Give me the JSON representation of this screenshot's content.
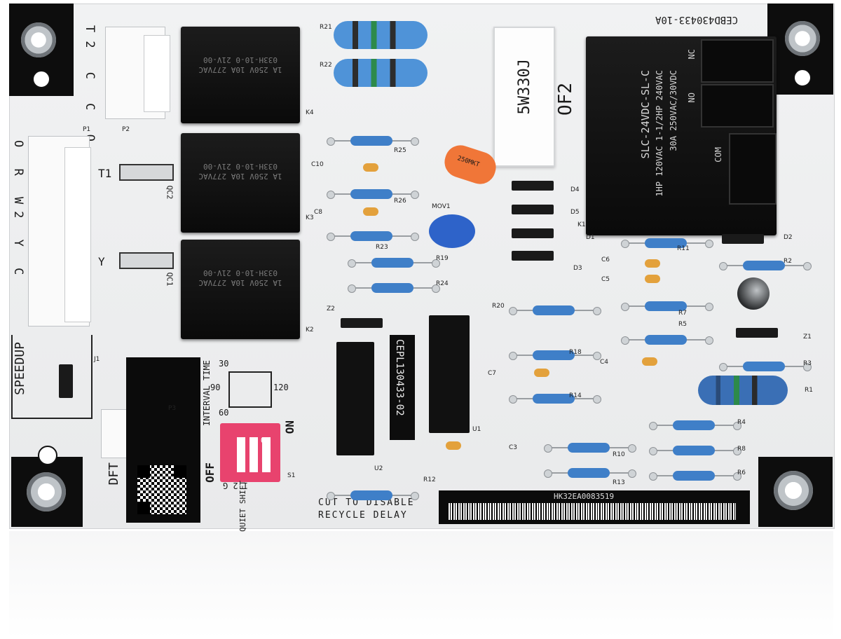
{
  "silkscreen": {
    "board_code": "CEBD430433-10A",
    "connector_t2": "T2 C C O",
    "connector_p1": "O R W2 Y C",
    "t1": "T1",
    "y": "Y",
    "qc2": "QC2",
    "qc1": "QC1",
    "speedup": "SPEEDUP",
    "dft": "DFT",
    "interval_time": "INTERVAL TIME",
    "interval_values": [
      "30",
      "60",
      "90",
      "120"
    ],
    "on": "ON",
    "off": "OFF",
    "switch_numbers": "1 2 G",
    "quiet_shift": "QUIET SHIFT",
    "cut_to_disable": "CUT TO DISABLE",
    "recycle_delay": "RECYCLE DELAY",
    "of2": "OF2",
    "ic_label": "CEPL130433-02",
    "serial": "HK32EA0083519",
    "mov1": "MOV1",
    "ref_labels": [
      "R21",
      "R22",
      "R25",
      "C10",
      "R26",
      "C8",
      "R23",
      "R19",
      "R24",
      "Z2",
      "U2",
      "U1",
      "C7",
      "C3",
      "R12",
      "R20",
      "R18",
      "R14",
      "R10",
      "R13",
      "D4",
      "D5",
      "D1",
      "D3",
      "R11",
      "C6",
      "C5",
      "R7",
      "R5",
      "C4",
      "D2",
      "R2",
      "Z1",
      "R3",
      "R1",
      "R4",
      "R8",
      "R6",
      "K4",
      "K3",
      "K2",
      "P1",
      "P2",
      "P3",
      "J1",
      "S1",
      "K1"
    ]
  },
  "relays": [
    {
      "label": "033H-10-0 21V-00",
      "rating": "1A 250V 10A 277VAC"
    },
    {
      "label": "033H-10-0 21V-00",
      "rating": "1A 250V 10A 277VAC"
    },
    {
      "label": "033H-10-0 21V-00",
      "rating": "1A 250V 10A 277VAC"
    }
  ],
  "main_relay": {
    "model": "SLC-24VDC-SL-C",
    "rating1": "1HP 120VAC 1-1/2HP 240VAC",
    "rating2": "30A 250VAC/30VDC",
    "terminals": [
      "NC",
      "NO",
      "COM"
    ]
  },
  "resistor_big": "5W330J",
  "capacitor": "250MKT",
  "dip_switch": {
    "label": "ON",
    "positions": [
      "1",
      "2",
      "3"
    ]
  }
}
